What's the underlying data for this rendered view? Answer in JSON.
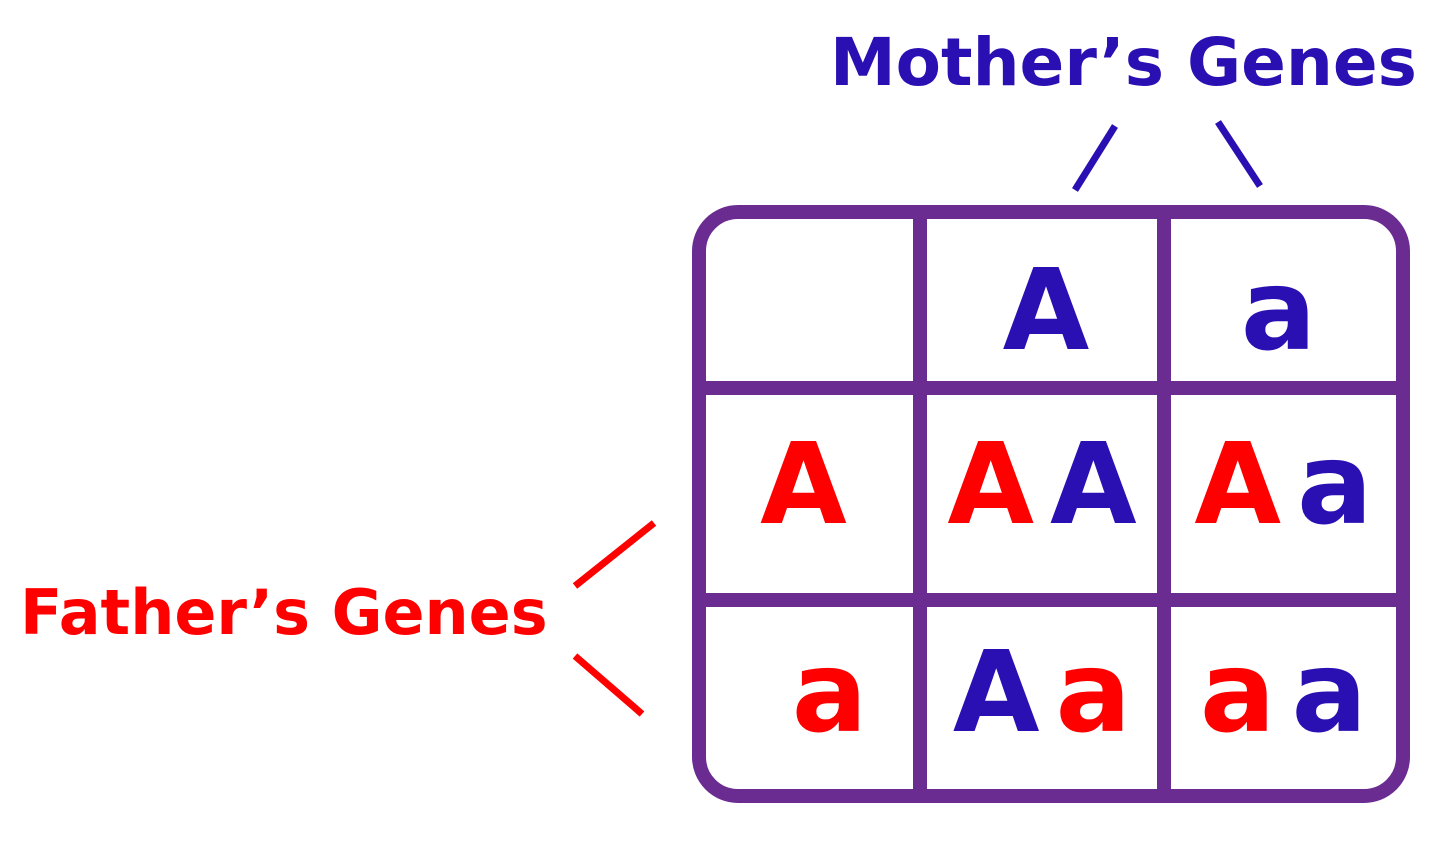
{
  "labels": {
    "mother": "Mother’s Genes",
    "father": "Father’s Genes"
  },
  "colors": {
    "mother": "#2a0fb3",
    "father": "#ff0000",
    "grid": "#6a2c91"
  },
  "punnett": {
    "mother_alleles": [
      "A",
      "a"
    ],
    "father_alleles": [
      "A",
      "a"
    ],
    "cells": [
      [
        [
          {
            "allele": "A",
            "parent": "father"
          },
          {
            "allele": "A",
            "parent": "mother"
          }
        ],
        [
          {
            "allele": "A",
            "parent": "father"
          },
          {
            "allele": "a",
            "parent": "mother"
          }
        ]
      ],
      [
        [
          {
            "allele": "A",
            "parent": "mother"
          },
          {
            "allele": "a",
            "parent": "father"
          }
        ],
        [
          {
            "allele": "a",
            "parent": "father"
          },
          {
            "allele": "a",
            "parent": "mother"
          }
        ]
      ]
    ]
  }
}
